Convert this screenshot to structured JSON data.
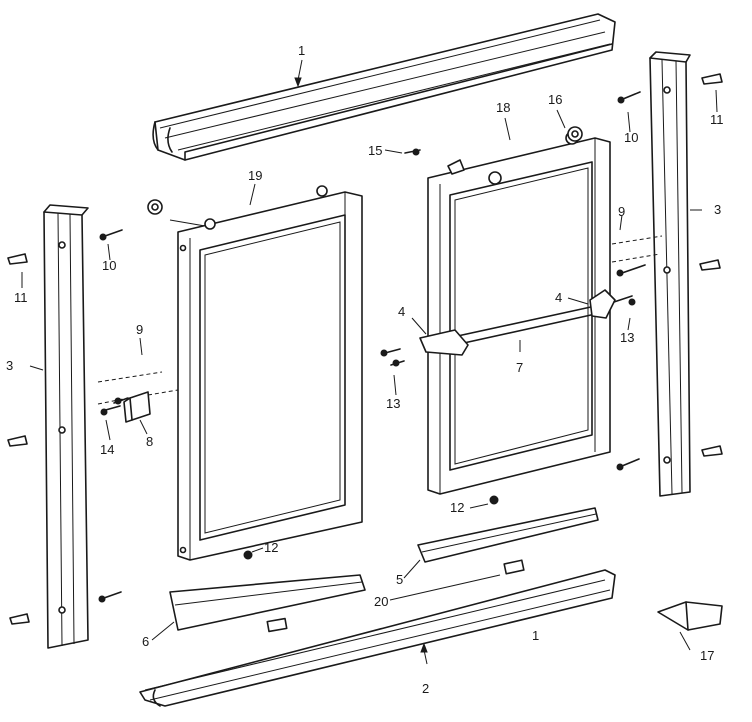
{
  "callouts": [
    {
      "id": "c1",
      "text": "1"
    },
    {
      "id": "c2",
      "text": "2"
    },
    {
      "id": "c3a",
      "text": "3"
    },
    {
      "id": "c3b",
      "text": "3"
    },
    {
      "id": "c4a",
      "text": "4"
    },
    {
      "id": "c4b",
      "text": "4"
    },
    {
      "id": "c5",
      "text": "5"
    },
    {
      "id": "c6",
      "text": "6"
    },
    {
      "id": "c7",
      "text": "7"
    },
    {
      "id": "c8",
      "text": "8"
    },
    {
      "id": "c9a",
      "text": "9"
    },
    {
      "id": "c9b",
      "text": "9"
    },
    {
      "id": "c10a",
      "text": "10"
    },
    {
      "id": "c10b",
      "text": "10"
    },
    {
      "id": "c11a",
      "text": "11"
    },
    {
      "id": "c11b",
      "text": "11"
    },
    {
      "id": "c12a",
      "text": "12"
    },
    {
      "id": "c12b",
      "text": "12"
    },
    {
      "id": "c13a",
      "text": "13"
    },
    {
      "id": "c13b",
      "text": "13"
    },
    {
      "id": "c14",
      "text": "14"
    },
    {
      "id": "c15",
      "text": "15"
    },
    {
      "id": "c16",
      "text": "16"
    },
    {
      "id": "c17",
      "text": "17"
    },
    {
      "id": "c18",
      "text": "18"
    },
    {
      "id": "c19",
      "text": "19"
    },
    {
      "id": "c20",
      "text": "20"
    },
    {
      "id": "c21",
      "text": "1"
    }
  ]
}
